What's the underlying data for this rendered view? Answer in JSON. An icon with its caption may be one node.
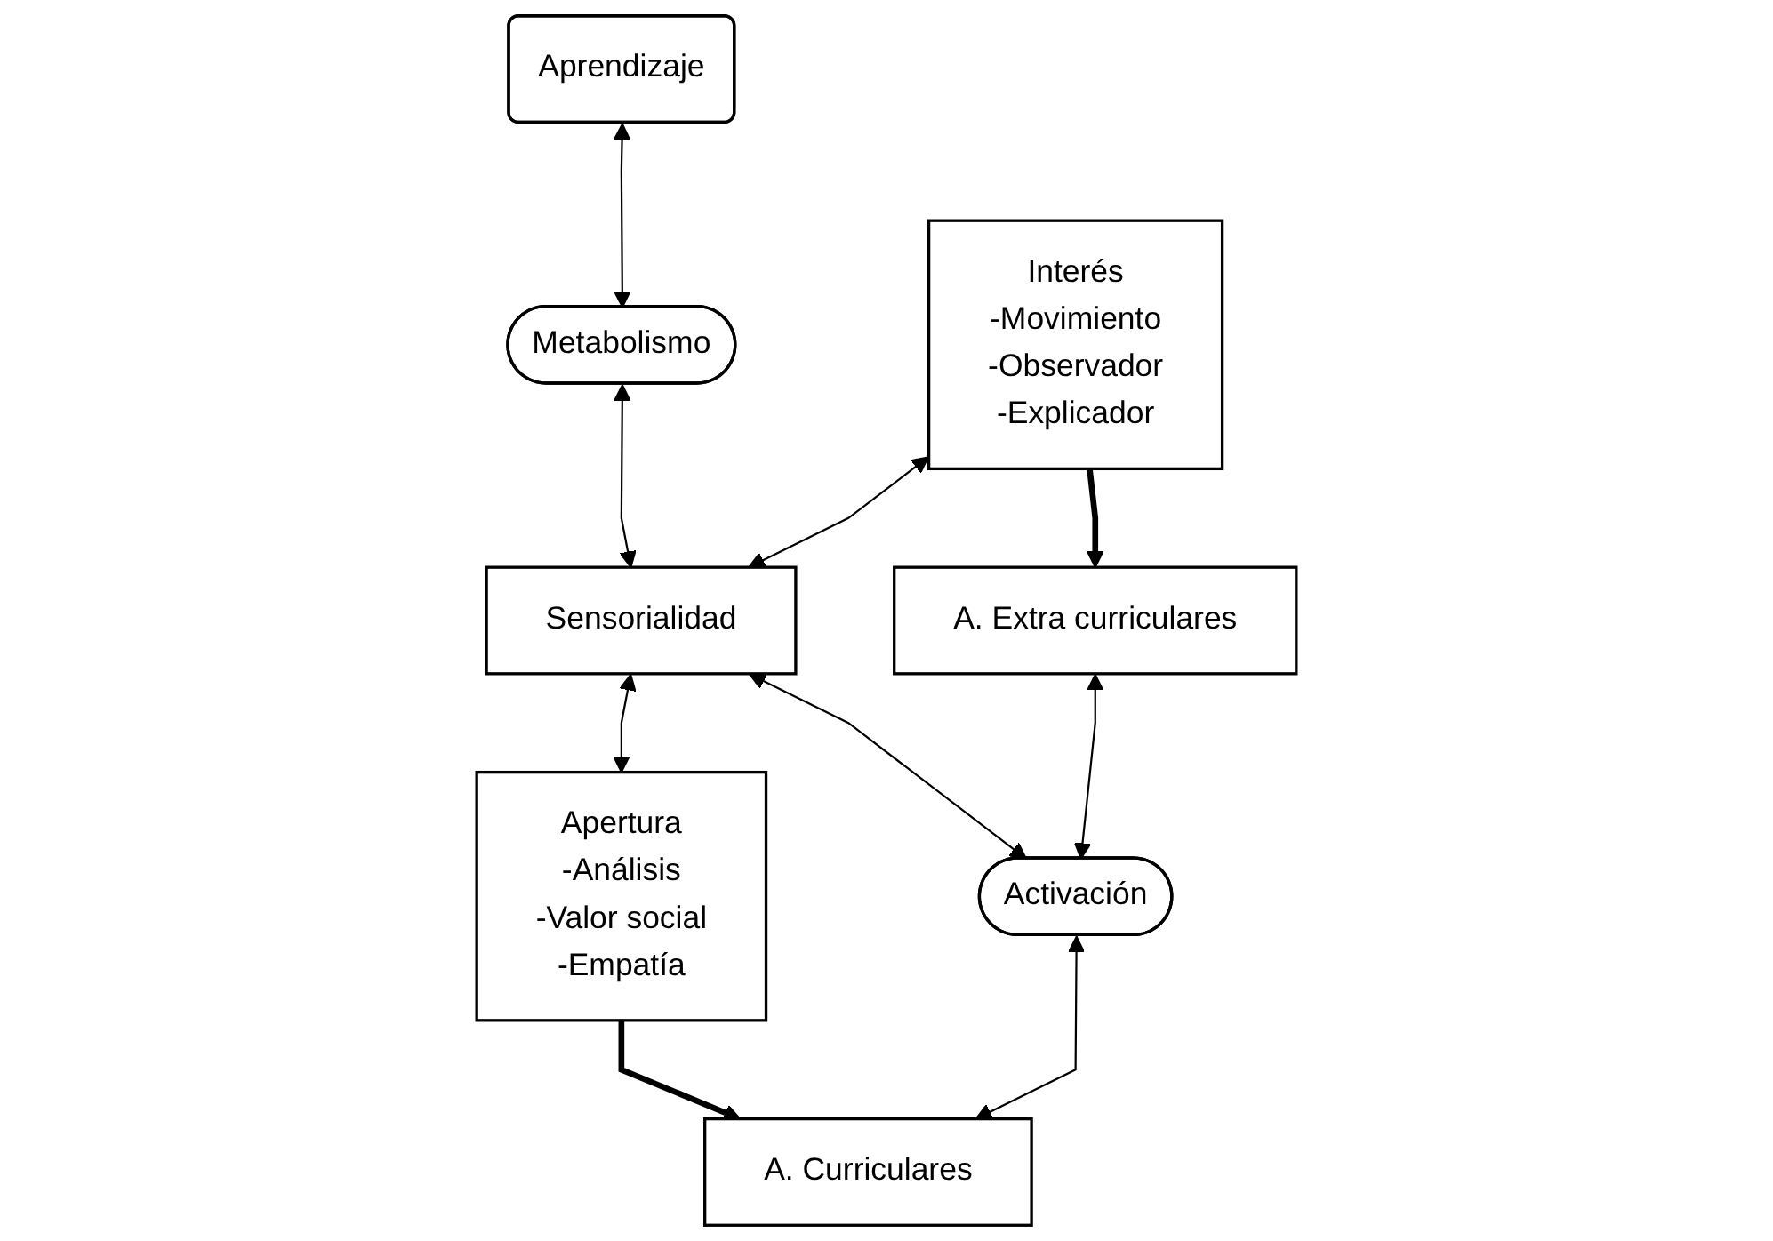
{
  "diagram": {
    "nodes": [
      {
        "text": [
          "Aprendizaje"
        ]
      },
      {
        "text": [
          "Metabolismo"
        ]
      },
      {
        "text": [
          "Interés",
          "-Movimiento",
          "-Observador",
          "-Explicador"
        ]
      },
      {
        "text": [
          "Sensorialidad"
        ]
      },
      {
        "text": [
          "Apertura",
          "-Análisis",
          "-Valor social",
          "-Empatía"
        ]
      },
      {
        "text": [
          "A. Extra curriculares"
        ]
      },
      {
        "text": [
          "A. Curriculares"
        ]
      },
      {
        "text": [
          "Activación"
        ]
      }
    ],
    "edges": [
      {
        "from": 0,
        "to": 1,
        "arrow": "both"
      },
      {
        "from": 1,
        "to": 3,
        "arrow": "both"
      },
      {
        "from": 2,
        "to": 3,
        "arrow": "both"
      },
      {
        "from": 3,
        "to": 4,
        "arrow": "both"
      },
      {
        "from": 2,
        "to": 5,
        "arrow": "to",
        "style": "thick"
      },
      {
        "from": 4,
        "to": 6,
        "arrow": "to",
        "style": "thick"
      },
      {
        "from": 3,
        "to": 7,
        "arrow": "both"
      },
      {
        "from": 5,
        "to": 7,
        "arrow": "both"
      },
      {
        "from": 7,
        "to": 6,
        "arrow": "both"
      }
    ]
  }
}
